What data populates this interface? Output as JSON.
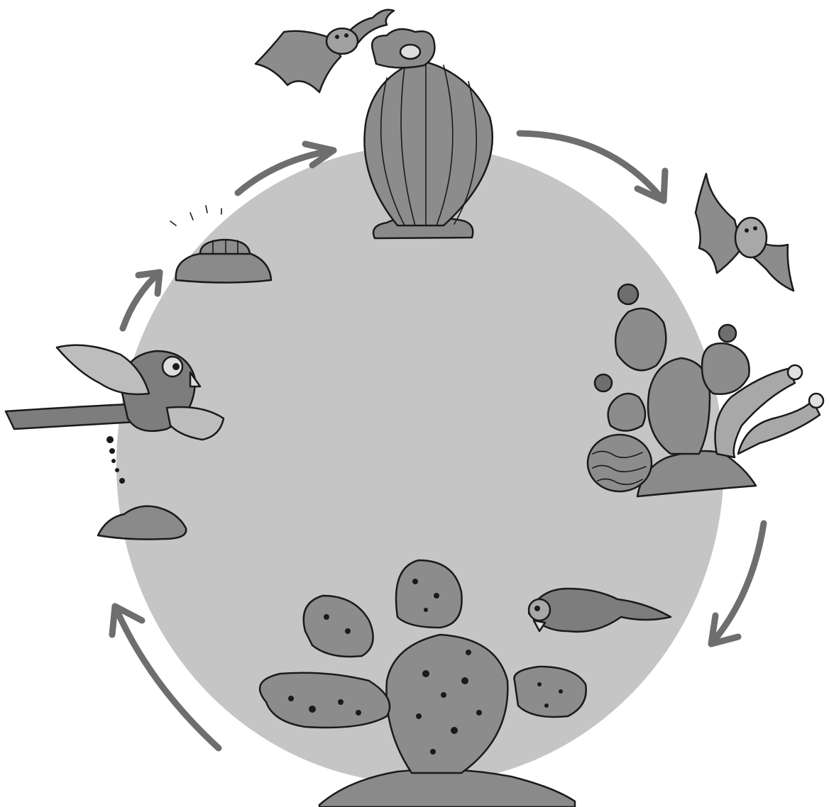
{
  "diagram": {
    "colors": {
      "background": "#ffffff",
      "circle": "#c5c5c5",
      "arrow": "#6e6e6e",
      "cactus": "#8c8c8c",
      "cactus_light": "#a8a8a8",
      "bird": "#7d7d7d",
      "bird_light": "#bdbdbd",
      "ground": "#8a8a8a",
      "dots": "#1a1a1a"
    },
    "stages": [
      {
        "id": "barrel-cactus-bat-pollination",
        "icon": "barrel-cactus-with-bat-icon"
      },
      {
        "id": "bat-flying",
        "icon": "bat-icon"
      },
      {
        "id": "mixed-cacti-flowering",
        "icon": "cactus-group-icon"
      },
      {
        "id": "bird-eating-prickly-pear-fruit",
        "icon": "prickly-pear-with-bird-icon"
      },
      {
        "id": "bird-dispersing-seeds",
        "icon": "bird-dropping-seeds-icon"
      },
      {
        "id": "seedling-sprouting",
        "icon": "seedling-mound-icon"
      }
    ],
    "arrow_count": 5,
    "text_labels": []
  }
}
